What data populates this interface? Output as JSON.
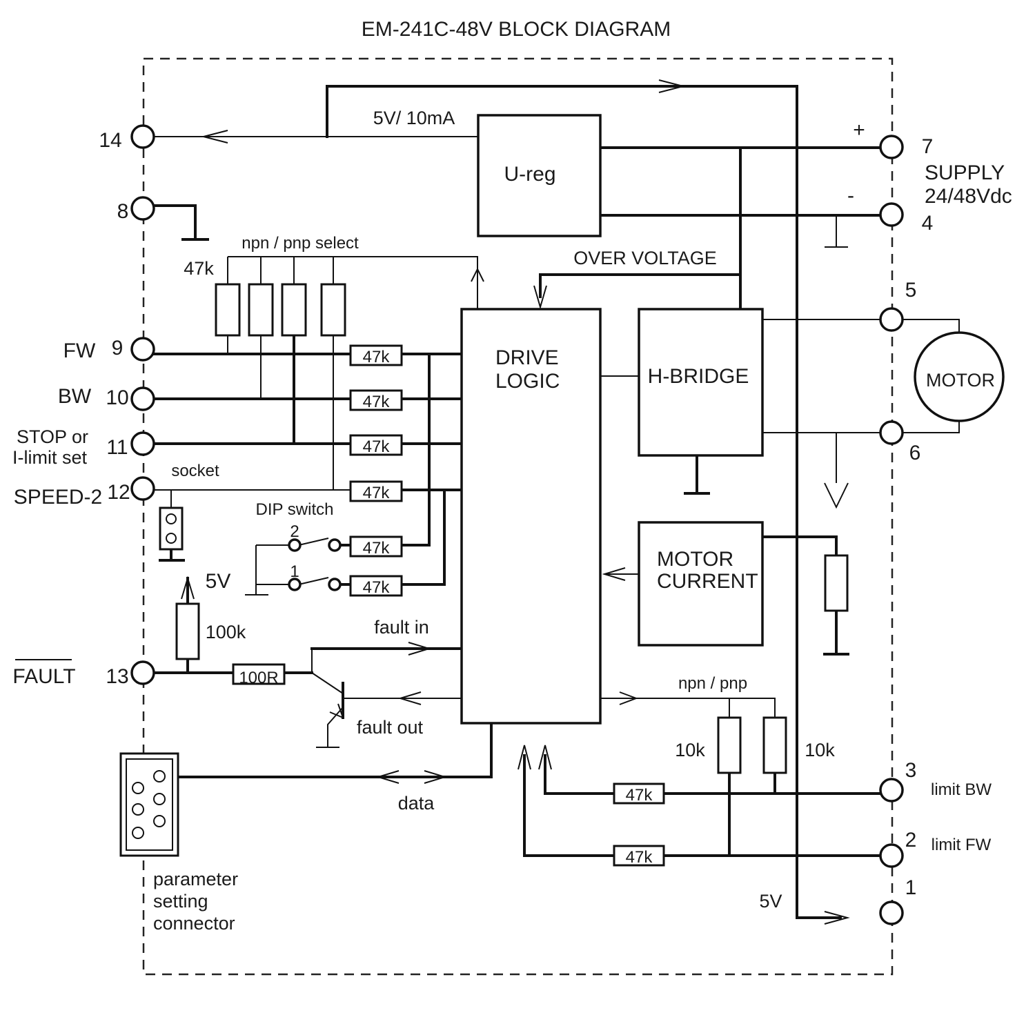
{
  "title": "EM-241C-48V  BLOCK DIAGRAM",
  "blocks": {
    "ureg": "U-reg",
    "drive_logic_1": "DRIVE",
    "drive_logic_2": "LOGIC",
    "hbridge": "H-BRIDGE",
    "motor_current_1": "MOTOR",
    "motor_current_2": "CURRENT",
    "motor": "MOTOR"
  },
  "terminals": {
    "t14": "14",
    "t8": "8",
    "t9": "9",
    "t10": "10",
    "t11": "11",
    "t12": "12",
    "t13": "13",
    "t7": "7",
    "t4": "4",
    "t5": "5",
    "t6": "6",
    "t3": "3",
    "t2": "2",
    "t1": "1"
  },
  "labels": {
    "fw": "FW",
    "bw": "BW",
    "stop_1": "STOP or",
    "stop_2": "I-limit set",
    "speed2": "SPEED-2",
    "fault": "FAULT",
    "supply_1": "SUPPLY",
    "supply_2": "24/48Vdc",
    "plus": "+",
    "minus": "-",
    "five_v_10ma": "5V/ 10mA",
    "npn_pnp_select": "npn / pnp  select",
    "r47k_top": "47k",
    "over_voltage": "OVER VOLTAGE",
    "socket": "socket",
    "dip_switch": "DIP switch",
    "dip_2": "2",
    "dip_1": "1",
    "five_v_left": "5V",
    "r100k": "100k",
    "r100r": "100R",
    "fault_in": "fault in",
    "fault_out": "fault out",
    "npn_pnp": "npn / pnp",
    "r10k_left": "10k",
    "r10k_right": "10k",
    "limit_bw": "limit BW",
    "limit_fw": "limit FW",
    "five_v_right": "5V",
    "data": "data",
    "param_1": "parameter",
    "param_2": "setting",
    "param_3": "connector",
    "r47k_1": "47k",
    "r47k_2": "47k",
    "r47k_3": "47k",
    "r47k_4": "47k",
    "r47k_5": "47k",
    "r47k_6": "47k",
    "r47k_7": "47k",
    "r47k_8": "47k"
  }
}
